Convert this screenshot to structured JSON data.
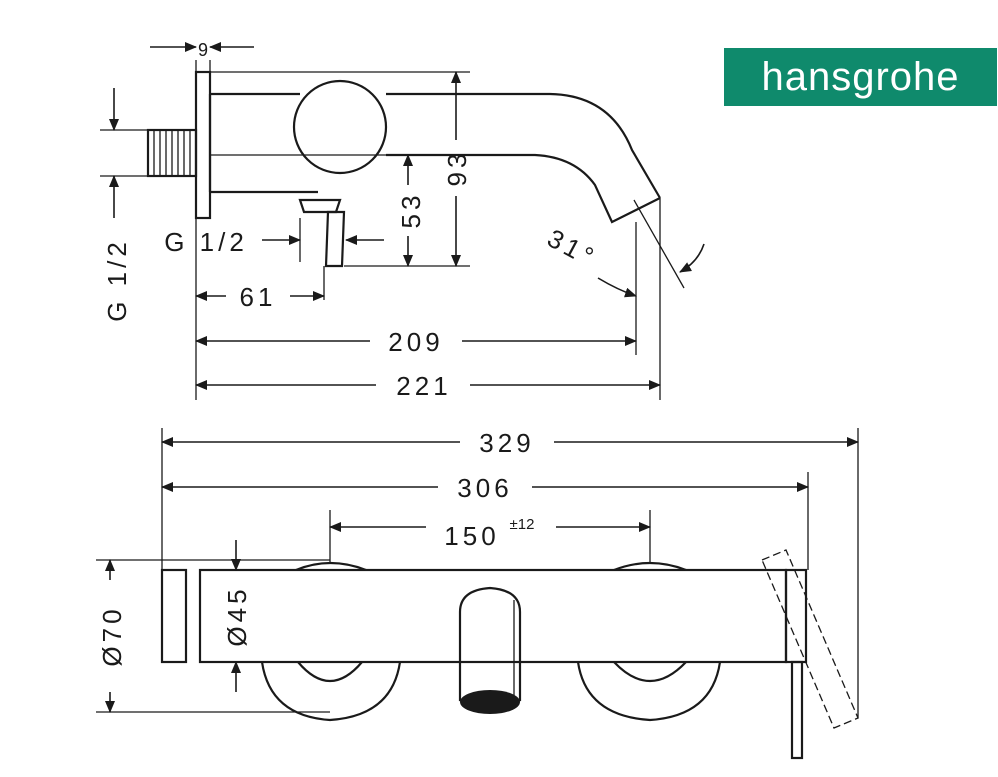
{
  "brand": {
    "name": "hansgrohe",
    "color": "#0f8a6c"
  },
  "side_view": {
    "dims": {
      "d9": "9",
      "d93": "93",
      "d53": "53",
      "g12_horizontal": "G 1/2",
      "g12_vertical": "G 1/2",
      "d61": "61",
      "d209": "209",
      "d221": "221",
      "angle": "31°"
    }
  },
  "front_view": {
    "dims": {
      "d329": "329",
      "d306": "306",
      "d150": "150",
      "d150_tol": "±12",
      "d45": "Ø45",
      "d70": "Ø70"
    }
  }
}
